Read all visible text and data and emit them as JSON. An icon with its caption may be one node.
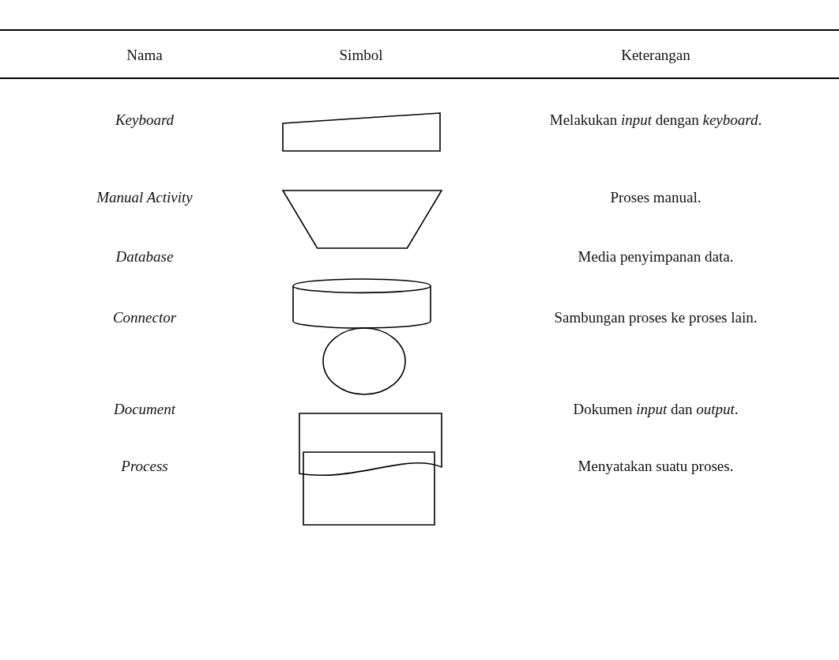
{
  "diagram": {
    "nodes": [
      {
        "text": [],
        "shape": "quadrilateral"
      },
      {
        "text": [],
        "shape": "trapezoid"
      },
      {
        "text": [],
        "shape": "cylinder"
      },
      {
        "text": [],
        "shape": "circle"
      },
      {
        "text": [],
        "shape": "document"
      },
      {
        "text": [],
        "shape": "box"
      }
    ],
    "labels": [
      "Nama",
      "Simbol",
      "Keterangan",
      "Keyboard",
      "Melakukan *input* dengan *keyboard*.",
      "Manual Activity",
      "Proses manual.",
      "Database",
      "Media penyimpanan data.",
      "Connector",
      "Sambungan proses ke proses lain.",
      "Document",
      "Dokumen *input* dan *output*.",
      "Process",
      "Menyatakan suatu proses."
    ]
  }
}
